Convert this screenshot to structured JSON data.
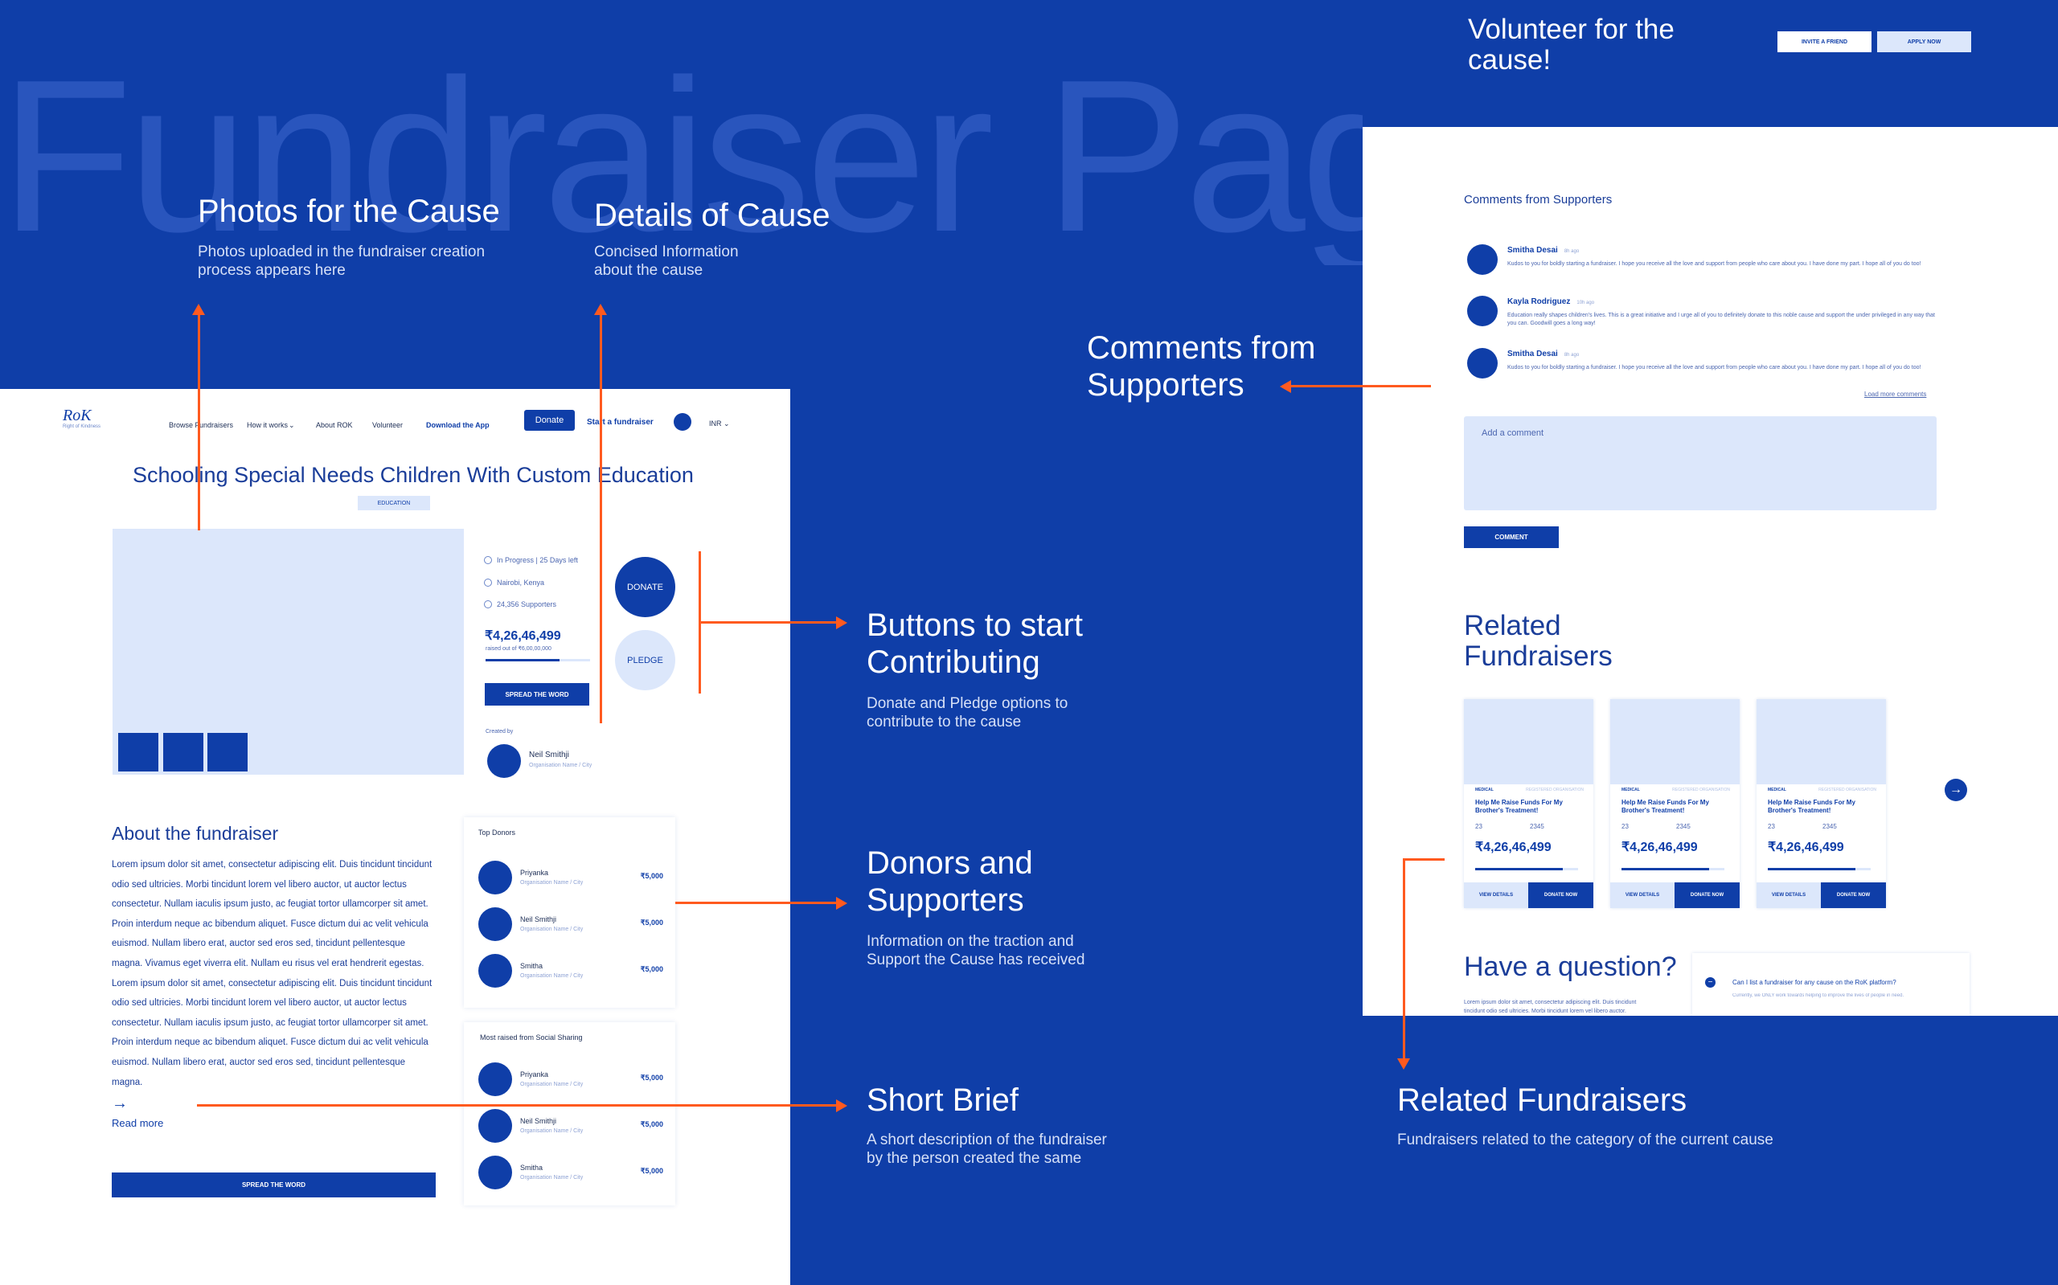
{
  "background_title": "Fundraiser Page",
  "annotations": {
    "photos": {
      "title": "Photos for the Cause",
      "desc": "Photos uploaded in the fundraiser creation process appears here"
    },
    "details": {
      "title": "Details of Cause",
      "desc": "Concised Information about the cause"
    },
    "comments": {
      "title": "Comments from Supporters"
    },
    "buttons": {
      "title": "Buttons to start Contributing",
      "desc": "Donate and Pledge options to contribute to the cause"
    },
    "donors": {
      "title": "Donors and Supporters",
      "desc": "Information on the traction and Support the Cause has received"
    },
    "brief": {
      "title": "Short Brief",
      "desc": "A short description of the fundraiser by the person created the same"
    },
    "related": {
      "title": "Related Fundraisers",
      "desc": "Fundraisers related to the category of the current cause"
    }
  },
  "nav": {
    "logo": "RoK",
    "logo_sub": "Right of Kindness",
    "items": [
      "Browse Fundraisers",
      "How it works",
      "About ROK",
      "Volunteer",
      "Download the App"
    ],
    "donate": "Donate",
    "start": "Start a fundraiser",
    "lang": "INR"
  },
  "cause": {
    "title": "Schooling Special Needs Children With Custom Education",
    "tag": "EDUCATION",
    "status": "In Progress | 25 Days left",
    "location": "Nairobi, Kenya",
    "supporters": "24,356 Supporters",
    "amount": "₹4,26,46,499",
    "amount_sub": "raised out of ₹6,00,00,000",
    "progress": 0.71,
    "spread_small": "SPREAD THE WORD",
    "created_by": "Created by",
    "creator_name": "Neil Smithji",
    "creator_org": "Organisation Name / City",
    "donate_btn": "DONATE",
    "pledge_btn": "PLEDGE"
  },
  "about": {
    "heading": "About the fundraiser",
    "body": "Lorem ipsum dolor sit amet, consectetur adipiscing elit. Duis tincidunt tincidunt odio sed ultricies. Morbi tincidunt lorem vel libero auctor, ut auctor lectus consectetur. Nullam iaculis ipsum justo, ac feugiat tortor ullamcorper sit amet. Proin interdum neque ac bibendum aliquet. Fusce dictum dui ac velit vehicula euismod. Nullam libero erat, auctor sed eros sed, tincidunt pellentesque magna. Vivamus eget viverra elit. Nullam eu risus vel erat hendrerit egestas. Lorem ipsum dolor sit amet, consectetur adipiscing elit. Duis tincidunt tincidunt odio sed ultricies. Morbi tincidunt lorem vel libero auctor, ut auctor lectus consectetur. Nullam iaculis ipsum justo, ac feugiat tortor ullamcorper sit amet. Proin interdum neque ac bibendum aliquet. Fusce dictum dui ac velit vehicula euismod. Nullam libero erat, auctor sed eros sed, tincidunt pellentesque magna.",
    "read_more": "Read more",
    "spread_large": "SPREAD THE WORD"
  },
  "top_donors": {
    "title": "Top Donors",
    "rows": [
      {
        "name": "Priyanka",
        "org": "Organisation Name / City",
        "amount": "₹5,000"
      },
      {
        "name": "Neil Smithji",
        "org": "Organisation Name / City",
        "amount": "₹5,000"
      },
      {
        "name": "Smitha",
        "org": "Organisation Name / City",
        "amount": "₹5,000"
      }
    ]
  },
  "social_donors": {
    "title": "Most raised from Social Sharing",
    "rows": [
      {
        "name": "Priyanka",
        "org": "Organisation Name / City",
        "amount": "₹5,000"
      },
      {
        "name": "Neil Smithji",
        "org": "Organisation Name / City",
        "amount": "₹5,000"
      },
      {
        "name": "Smitha",
        "org": "Organisation Name / City",
        "amount": "₹5,000"
      }
    ]
  },
  "volunteer": {
    "text": "Volunteer for the cause!",
    "invite": "INVITE A FRIEND",
    "apply": "APPLY NOW"
  },
  "comments": {
    "title": "Comments from Supporters",
    "rows": [
      {
        "name": "Smitha Desai",
        "time": "8h ago",
        "text": "Kudos to you for boldly starting a fundraiser. I hope you receive all the love and support from people who care about you. I have done my part. I hope all of you do too!"
      },
      {
        "name": "Kayla Rodriguez",
        "time": "10h ago",
        "text": "Education really shapes children's lives. This is a great initiative and I urge all of you to definitely donate to this noble cause and support the under privileged in any way that you can. Goodwill goes a long way!"
      },
      {
        "name": "Smitha Desai",
        "time": "8h ago",
        "text": "Kudos to you for boldly starting a fundraiser. I hope you receive all the love and support from people who care about you. I have done my part. I hope all of you do too!"
      }
    ],
    "load_more": "Load more comments",
    "placeholder": "Add a comment",
    "submit": "COMMENT"
  },
  "related": {
    "heading": "Related Fundraisers",
    "cards": [
      {
        "cat": "MEDICAL",
        "cat2": "REGISTERED ORGANISATION",
        "name": "Help Me Raise Funds For My Brother's Treatment!",
        "days": "23",
        "supporters": "2345",
        "amount": "₹4,26,46,499",
        "progress": 0.85,
        "view": "VIEW DETAILS",
        "donate": "DONATE NOW"
      },
      {
        "cat": "MEDICAL",
        "cat2": "REGISTERED ORGANISATION",
        "name": "Help Me Raise Funds For My Brother's Treatment!",
        "days": "23",
        "supporters": "2345",
        "amount": "₹4,26,46,499",
        "progress": 0.85,
        "view": "VIEW DETAILS",
        "donate": "DONATE NOW"
      },
      {
        "cat": "MEDICAL",
        "cat2": "REGISTERED ORGANISATION",
        "name": "Help Me Raise Funds For My Brother's Treatment!",
        "days": "23",
        "supporters": "2345",
        "amount": "₹4,26,46,499",
        "progress": 0.85,
        "view": "VIEW DETAILS",
        "donate": "DONATE NOW"
      }
    ]
  },
  "question": {
    "heading": "Have a question?",
    "body": "Lorem ipsum dolor sit amet, consectetur adipiscing elit. Duis tincidunt tincidunt odio sed ultricies. Morbi tincidunt lorem vel libero auctor.",
    "q": "Can I list a fundraiser for any cause on the RoK platform?",
    "a": "Currently, we ONLY work towards helping to improve the lives of people in need."
  }
}
